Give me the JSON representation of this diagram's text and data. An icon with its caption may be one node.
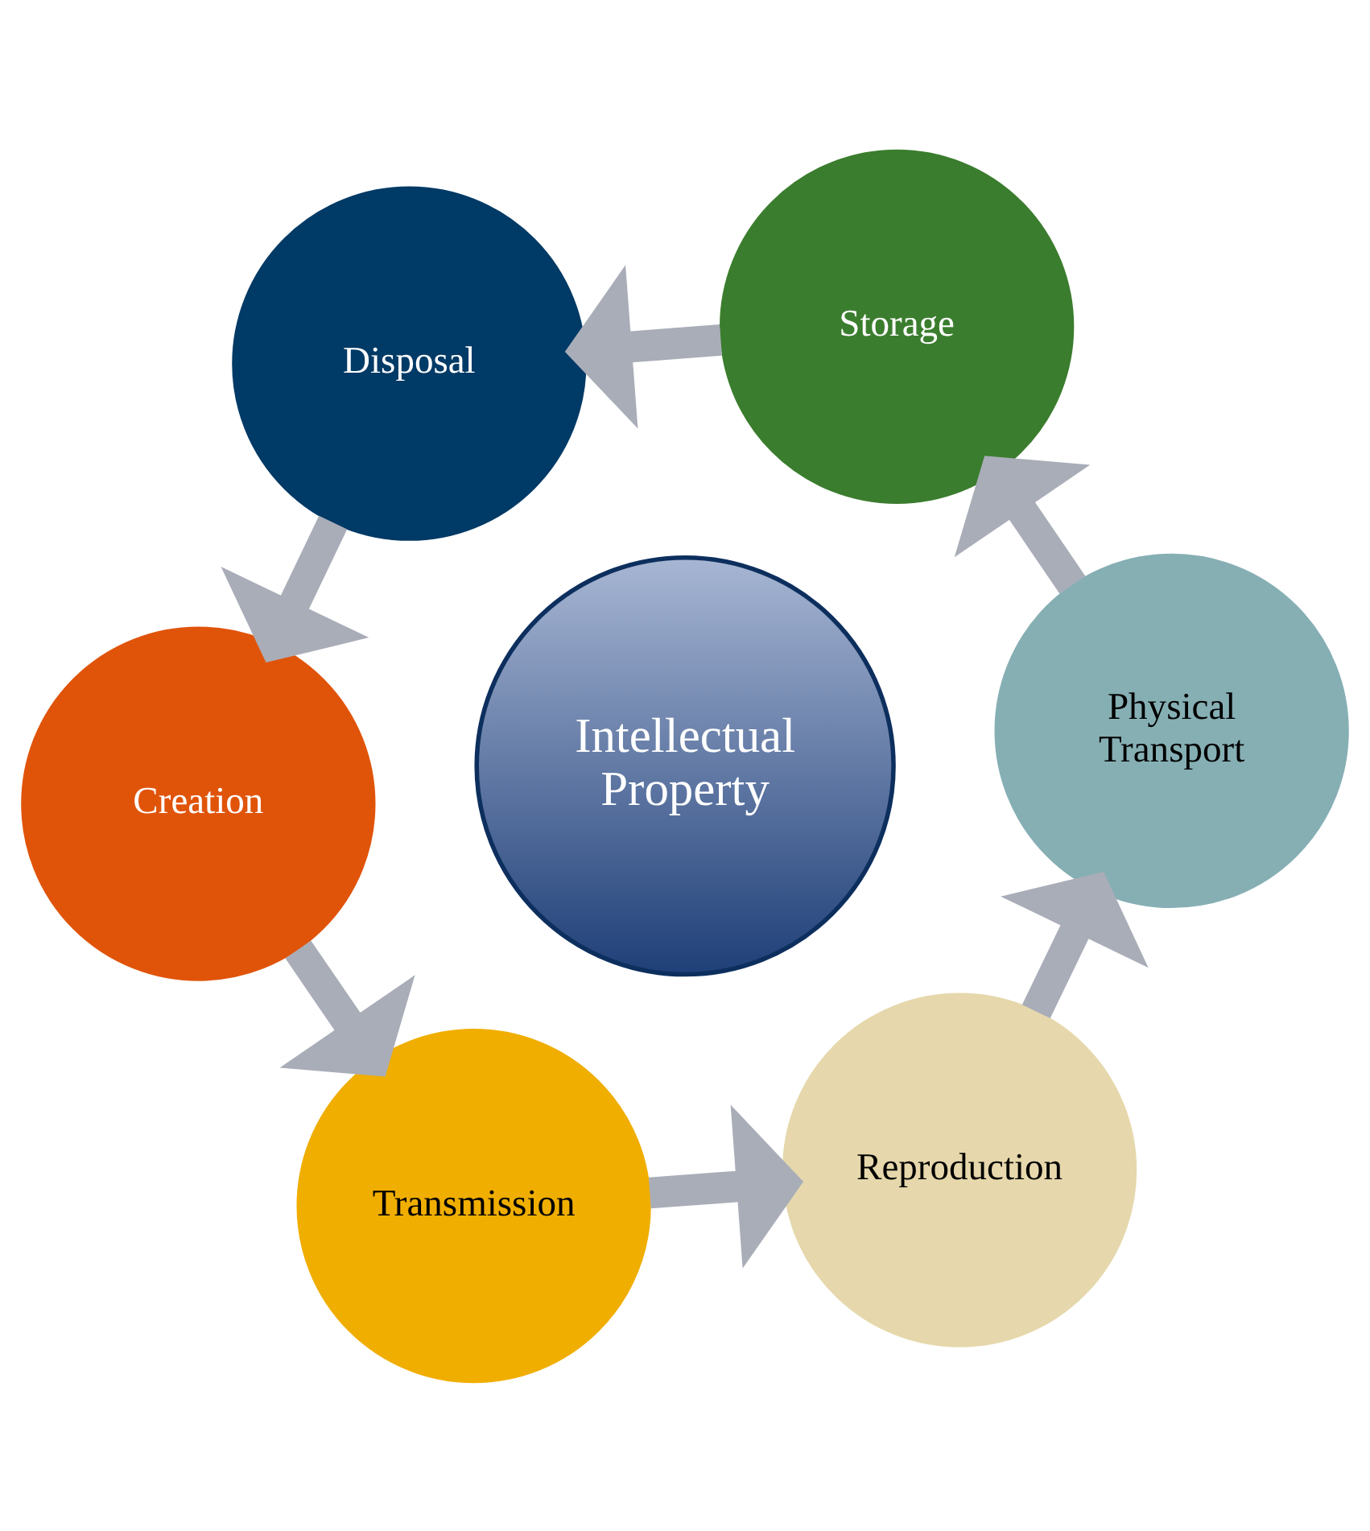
{
  "diagram": {
    "nodes": [
      {
        "text": [
          "Creation"
        ]
      },
      {
        "text": [
          "Transmission"
        ]
      },
      {
        "text": [
          "Reproduction"
        ]
      },
      {
        "text": [
          "Physical Transport"
        ]
      },
      {
        "text": [
          "Storage"
        ]
      },
      {
        "text": [
          "Disposal"
        ]
      },
      {
        "text": [
          "Intellectual Property"
        ]
      }
    ],
    "edges": [
      {
        "from": 0,
        "to": 1,
        "arrow": "to"
      },
      {
        "from": 1,
        "to": 2,
        "arrow": "to"
      },
      {
        "from": 2,
        "to": 3,
        "arrow": "to"
      },
      {
        "from": 3,
        "to": 4,
        "arrow": "to"
      },
      {
        "from": 4,
        "to": 5,
        "arrow": "to"
      },
      {
        "from": 5,
        "to": 0,
        "arrow": "to"
      }
    ]
  }
}
